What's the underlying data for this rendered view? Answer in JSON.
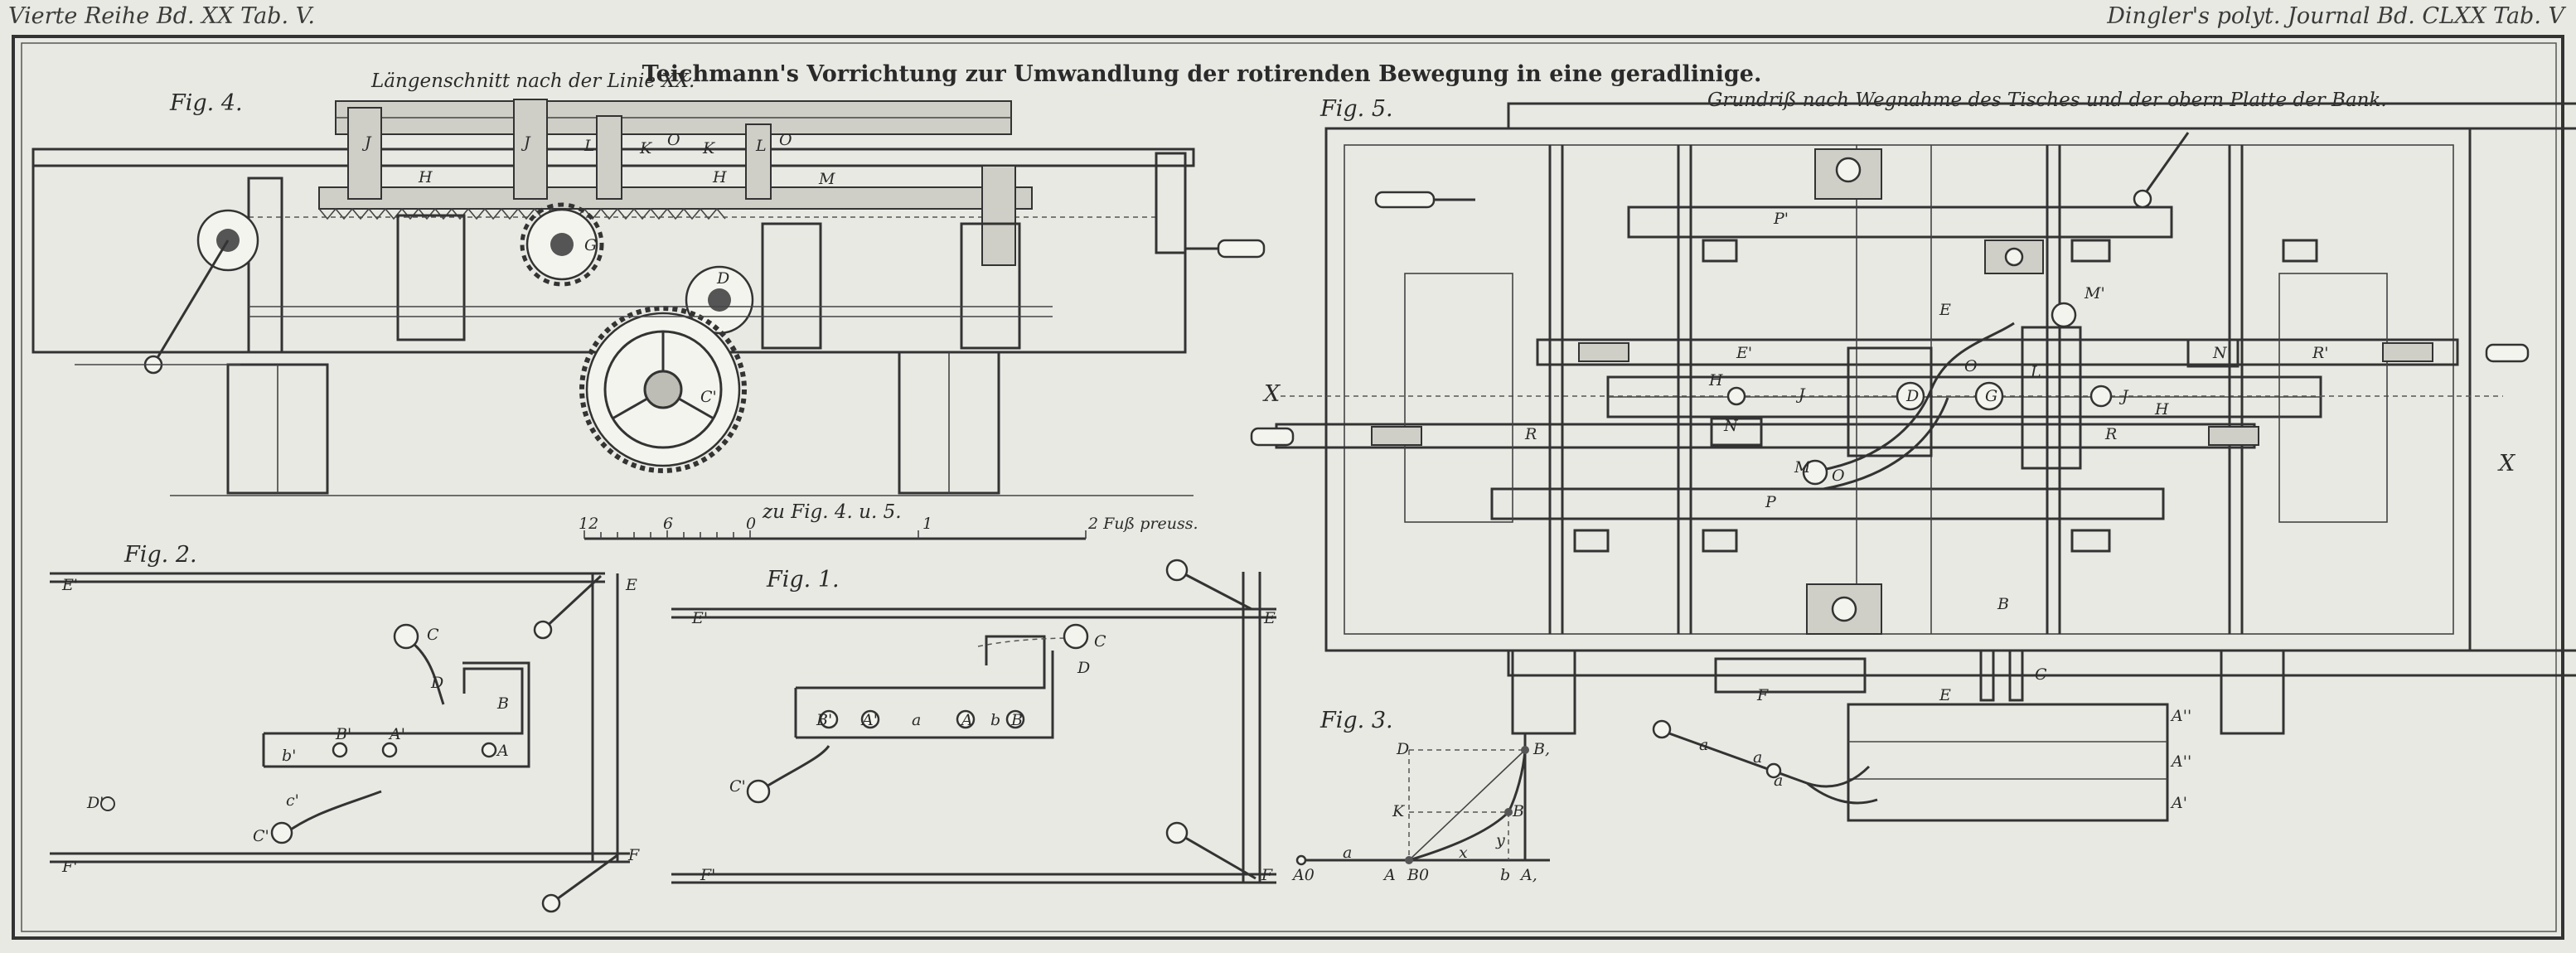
{
  "header": {
    "left": "Vierte Reihe Bd. XX Tab. V.",
    "right": "Dingler's polyt. Journal Bd. CLXX Tab. V"
  },
  "title": "Teichmann's Vorrichtung zur Umwandlung der rotirenden Bewegung in eine geradlinige.",
  "fig4": {
    "label": "Fig. 4.",
    "caption": "Längenschnitt nach der Linie XX.",
    "labels": [
      "J",
      "J",
      "L",
      "K",
      "O",
      "K",
      "L",
      "O",
      "H",
      "H",
      "M",
      "G",
      "D",
      "C'"
    ]
  },
  "fig5": {
    "label": "Fig. 5.",
    "caption": "Grundriß nach Wegnahme des Tisches und der obern Platte der Bank.",
    "labels": [
      "P'",
      "E",
      "M'",
      "E'",
      "N'",
      "R'",
      "H",
      "J",
      "O",
      "G",
      "D",
      "L",
      "J",
      "H",
      "N",
      "R",
      "R",
      "M",
      "O",
      "P",
      "B",
      "F",
      "E",
      "C",
      "A''",
      "A''",
      "A'",
      "X",
      "X",
      "a",
      "a",
      "a"
    ]
  },
  "scale": {
    "caption": "zu Fig. 4. u. 5.",
    "ticks": [
      "12",
      "6",
      "0",
      "1",
      "2 Fuß preuss."
    ]
  },
  "fig2": {
    "label": "Fig. 2.",
    "labels": [
      "E'",
      "E",
      "C",
      "D",
      "B",
      "B'",
      "A'",
      "A",
      "b'",
      "c'",
      "C'",
      "D'",
      "F'",
      "F"
    ]
  },
  "fig1": {
    "label": "Fig. 1.",
    "labels": [
      "E'",
      "E",
      "C",
      "D",
      "B'",
      "A'",
      "a",
      "A",
      "b",
      "B",
      "C'",
      "F'",
      "F"
    ]
  },
  "fig3": {
    "label": "Fig. 3.",
    "labels": [
      "D",
      "B,",
      "K",
      "B",
      "y",
      "x",
      "A",
      "B0",
      "b",
      "A,",
      "A0",
      "a"
    ]
  }
}
